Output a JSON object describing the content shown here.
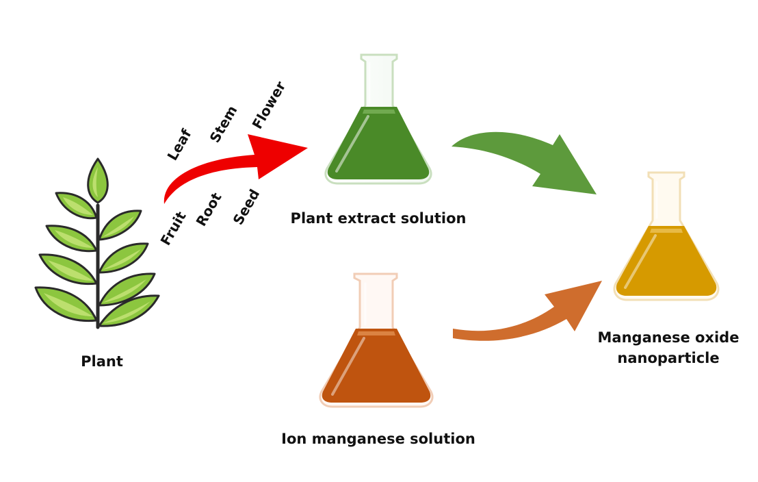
{
  "labels": {
    "plant": "Plant",
    "plant_extract": "Plant extract solution",
    "ion_solution": "Ion manganese solution",
    "product_line1": "Manganese oxide",
    "product_line2": "nanoparticle"
  },
  "plant_parts": {
    "top": [
      "Leaf",
      "Stem",
      "Flower"
    ],
    "bottom": [
      "Fruit",
      "Root",
      "Seed"
    ]
  },
  "colors": {
    "leaf_fill": "#8cc63f",
    "leaf_outline": "#2a2a2a",
    "red_arrow": "#ee0000",
    "green_liquid": "#4a8a28",
    "green_arrow": "#5d9a3c",
    "orange_liquid": "#bf540f",
    "orange_arrow": "#cf6d2d",
    "gold_liquid": "#d69a00"
  },
  "icons": [
    "plant-icon",
    "green-flask-icon",
    "orange-flask-icon",
    "gold-flask-icon"
  ]
}
